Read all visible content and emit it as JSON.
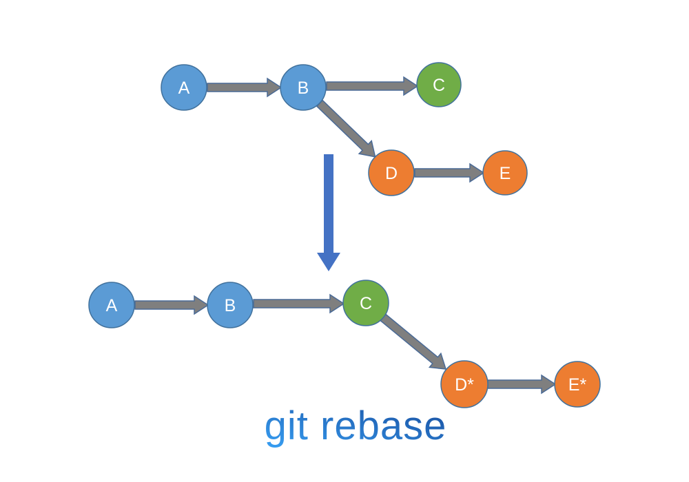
{
  "title": {
    "label": "git rebase",
    "color_start": "#38A0F4",
    "color_end": "#174A9B"
  },
  "colors": {
    "background": "#FFFFFF",
    "node_blue": "#5B9BD5",
    "node_green": "#70AD47",
    "node_orange": "#ED7D31",
    "node_stroke": "#41719C",
    "node_label": "#FFFFFF",
    "arrow_fill": "#7F7F7F",
    "arrow_stroke": "#4A6A96",
    "transform_arrow": "#4472C4"
  },
  "before": {
    "nodes": [
      {
        "label": "A",
        "color": "blue"
      },
      {
        "label": "B",
        "color": "blue"
      },
      {
        "label": "C",
        "color": "green"
      },
      {
        "label": "D",
        "color": "orange"
      },
      {
        "label": "E",
        "color": "orange"
      }
    ],
    "edges": [
      "A→B",
      "B→C",
      "B→D",
      "D→E"
    ]
  },
  "after": {
    "nodes": [
      {
        "label": "A",
        "color": "blue"
      },
      {
        "label": "B",
        "color": "blue"
      },
      {
        "label": "C",
        "color": "green"
      },
      {
        "label": "D*",
        "color": "orange"
      },
      {
        "label": "E*",
        "color": "orange"
      }
    ],
    "edges": [
      "A→B",
      "B→C",
      "C→D*",
      "D*→E*"
    ]
  }
}
